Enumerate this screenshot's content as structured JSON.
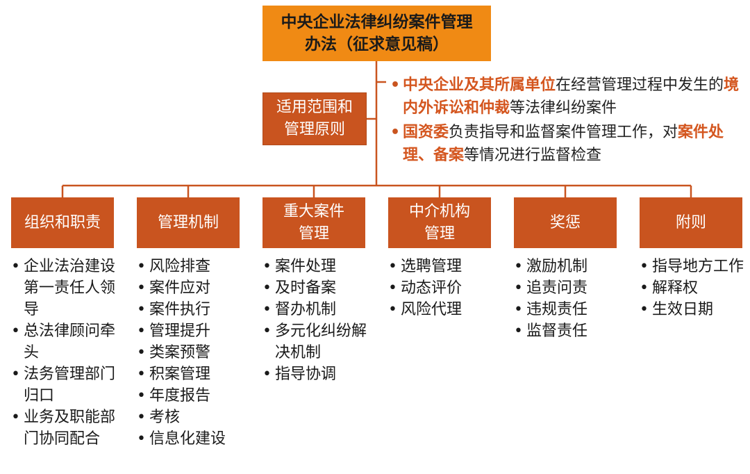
{
  "root": {
    "title": "中央企业法律纠纷案件管理\n办法（征求意见稿）"
  },
  "scope": {
    "title": "适用范围和\n管理原则",
    "bullets": [
      [
        {
          "text": "中央企业及其所属单位",
          "highlight": true
        },
        {
          "text": "在经营管理过程中发生的",
          "highlight": false
        },
        {
          "text": "境内外诉讼和仲裁",
          "highlight": true
        },
        {
          "text": "等法律纠纷案件",
          "highlight": false
        }
      ],
      [
        {
          "text": "国资委",
          "highlight": true
        },
        {
          "text": "负责指导和监督案件管理工作，对",
          "highlight": false
        },
        {
          "text": "案件处理、备案",
          "highlight": true
        },
        {
          "text": "等情况进行监督检查",
          "highlight": false
        }
      ]
    ]
  },
  "categories": [
    {
      "title": "组织和职责",
      "items": [
        "企业法治建设第一责任人领导",
        "总法律顾问牵头",
        "法务管理部门归口",
        "业务及职能部门协同配合"
      ]
    },
    {
      "title": "管理机制",
      "items": [
        "风险排查",
        "案件应对",
        "案件执行",
        "管理提升",
        "类案预警",
        "积案管理",
        "年度报告",
        "考核",
        "信息化建设"
      ]
    },
    {
      "title": "重大案件\n管理",
      "items": [
        "案件处理",
        "及时备案",
        "督办机制",
        "多元化纠纷解决机制",
        "指导协调"
      ]
    },
    {
      "title": "中介机构\n管理",
      "items": [
        "选聘管理",
        "动态评价",
        "风险代理"
      ]
    },
    {
      "title": "奖惩",
      "items": [
        "激励机制",
        "追责问责",
        "违规责任",
        "监督责任"
      ]
    },
    {
      "title": "附则",
      "items": [
        "指导地方工作",
        "解释权",
        "生效日期"
      ]
    }
  ],
  "colors": {
    "root": "#f08a14",
    "box": "#c9541f",
    "highlight": "#d4561f"
  }
}
